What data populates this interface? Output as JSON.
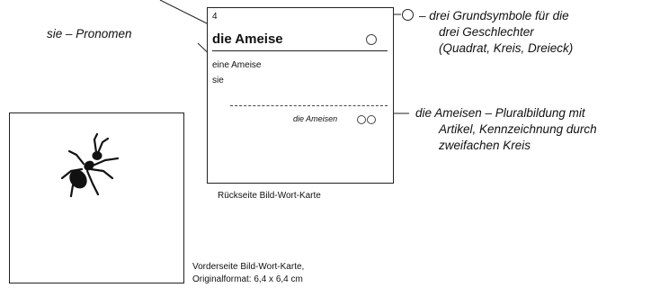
{
  "back_card": {
    "number": "4",
    "word": "die Ameise",
    "article_form": "eine Ameise",
    "pronoun": "sie",
    "plural": "die Ameisen"
  },
  "annotations": {
    "pronoun_note": "sie – Pronomen",
    "symbols_note": [
      "– drei Grundsymbole für die",
      "drei Geschlechter",
      "(Quadrat, Kreis, Dreieck)"
    ],
    "plural_note": [
      "die Ameisen – Pluralbildung mit",
      "Artikel, Kennzeichnung durch",
      "zweifachen Kreis"
    ]
  },
  "captions": {
    "back": "Rückseite Bild-Wort-Karte",
    "front_line1": "Vorderseite Bild-Wort-Karte,",
    "front_line2": "Originalformat: 6,4 x 6,4 cm"
  },
  "icons": {
    "card_image": "ant-icon",
    "gender_symbol": "circle-icon"
  }
}
